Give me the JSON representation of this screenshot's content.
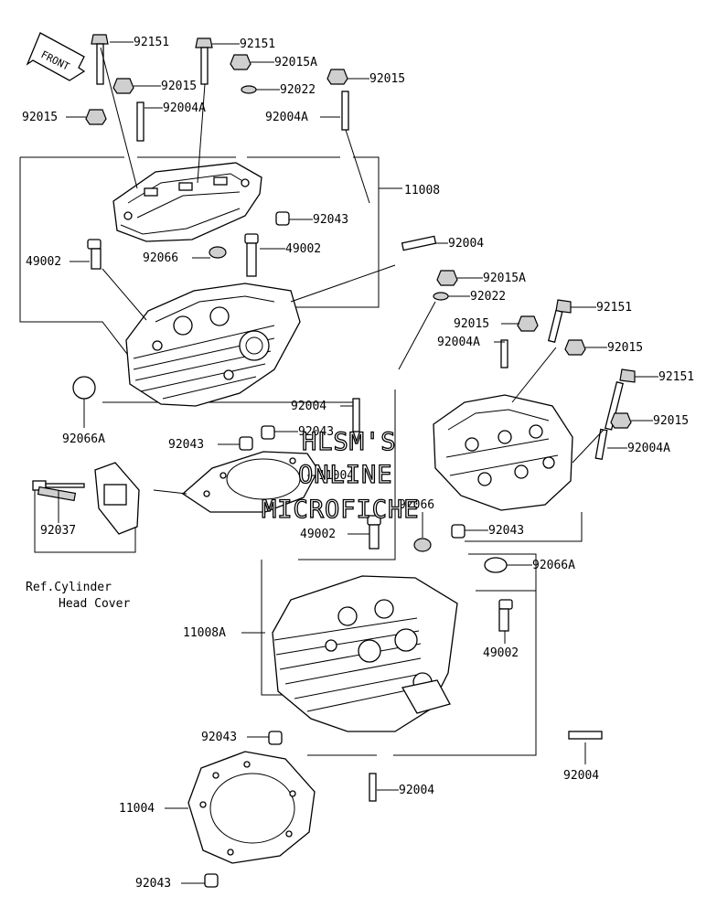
{
  "front_arrow": {
    "label": "FRONT"
  },
  "watermark": {
    "line1": "HLSM'S",
    "line2": "ONLINE",
    "line3": "MICROFICHE"
  },
  "reference": {
    "line1": "Ref.Cylinder",
    "line2": "Head Cover"
  },
  "callouts": [
    {
      "id": "rear-bolt-1",
      "text": "92151"
    },
    {
      "id": "rear-bolt-2",
      "text": "92151"
    },
    {
      "id": "rear-nut-a",
      "text": "92015A"
    },
    {
      "id": "rear-nut-1",
      "text": "92015"
    },
    {
      "id": "rear-nut-2",
      "text": "92015"
    },
    {
      "id": "rear-washer",
      "text": "92022"
    },
    {
      "id": "rear-nut-3",
      "text": "92015"
    },
    {
      "id": "rear-stud-a1",
      "text": "92004A"
    },
    {
      "id": "rear-stud-a2",
      "text": "92004A"
    },
    {
      "id": "rear-head-assy",
      "text": "11008"
    },
    {
      "id": "rear-dowel",
      "text": "92043"
    },
    {
      "id": "rear-stud-ex",
      "text": "92004"
    },
    {
      "id": "rear-fitting-left",
      "text": "49002"
    },
    {
      "id": "rear-plug",
      "text": "92066"
    },
    {
      "id": "rear-fitting-right",
      "text": "49002"
    },
    {
      "id": "rear-plug-a",
      "text": "92066A"
    },
    {
      "id": "rear-stud-low",
      "text": "92004"
    },
    {
      "id": "rear-dowel-2",
      "text": "92043"
    },
    {
      "id": "rear-dowel-3",
      "text": "92043"
    },
    {
      "id": "rear-gasket",
      "text": "11004"
    },
    {
      "id": "screw",
      "text": "92037"
    },
    {
      "id": "front-nut-a",
      "text": "92015A"
    },
    {
      "id": "front-washer",
      "text": "92022"
    },
    {
      "id": "front-nut-1",
      "text": "92015"
    },
    {
      "id": "front-bolt-1",
      "text": "92151"
    },
    {
      "id": "front-stud-a1",
      "text": "92004A"
    },
    {
      "id": "front-nut-2",
      "text": "92015"
    },
    {
      "id": "front-bolt-2",
      "text": "92151"
    },
    {
      "id": "front-nut-3",
      "text": "92015"
    },
    {
      "id": "front-stud-a2",
      "text": "92004A"
    },
    {
      "id": "front-plug",
      "text": "92066"
    },
    {
      "id": "front-dowel",
      "text": "92043"
    },
    {
      "id": "front-fitting-left",
      "text": "49002"
    },
    {
      "id": "front-plug-a",
      "text": "92066A"
    },
    {
      "id": "front-head-assy",
      "text": "11008A"
    },
    {
      "id": "front-fitting-right",
      "text": "49002"
    },
    {
      "id": "front-dowel-2",
      "text": "92043"
    },
    {
      "id": "front-stud-ex",
      "text": "92004"
    },
    {
      "id": "front-stud-low",
      "text": "92004"
    },
    {
      "id": "front-gasket",
      "text": "11004"
    },
    {
      "id": "front-dowel-3",
      "text": "92043"
    }
  ]
}
